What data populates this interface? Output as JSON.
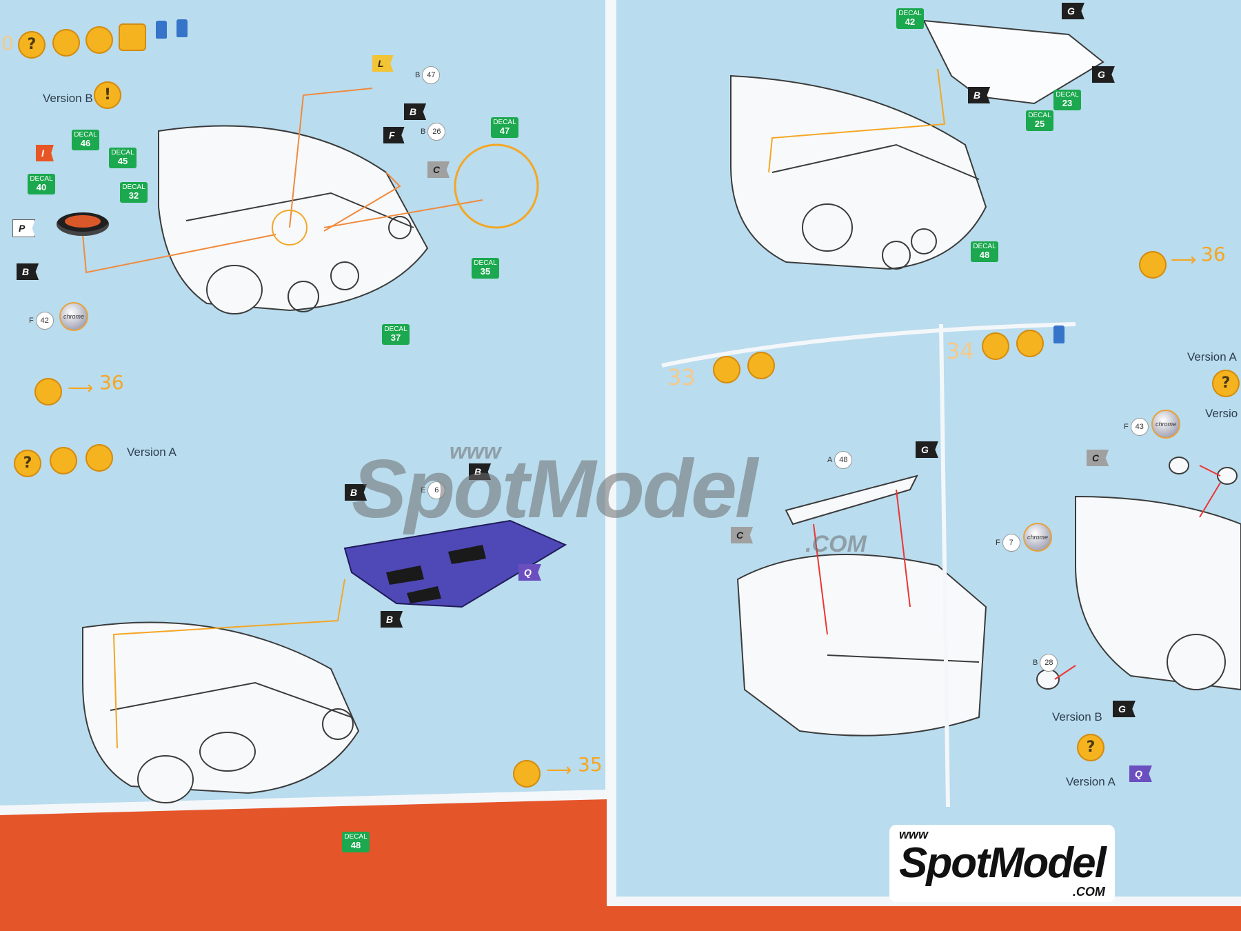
{
  "colors": {
    "background": "#e5552a",
    "page": "#b9dcee",
    "accent": "#f5a623",
    "hood_blue": "#4f49b7",
    "decal_green": "#1ba84e"
  },
  "icons": [
    "help-icon",
    "paint-icon",
    "brush-icon",
    "decal-icon",
    "paint-bottle-icon",
    "glue-icon",
    "chrome-icon"
  ],
  "left_page": {
    "top_step": {
      "step_number": "0",
      "version_label": "Version B",
      "flags": [
        "L",
        "B",
        "F",
        "C",
        "I",
        "P",
        "B"
      ],
      "decals": [
        "47",
        "46",
        "45",
        "40",
        "32",
        "35",
        "37"
      ],
      "parts": [
        {
          "letter": "B",
          "num": "47"
        },
        {
          "letter": "B",
          "num": "26"
        },
        {
          "letter": "F",
          "num": "42"
        }
      ],
      "chrome_label": "chrome",
      "next_step": "36"
    },
    "bottom_step": {
      "version_label": "Version A",
      "flags": [
        "B",
        "B",
        "Q",
        "B"
      ],
      "part": {
        "letter": "E",
        "num": "6"
      },
      "decals": [
        "48"
      ],
      "next_step": "35"
    }
  },
  "right_page": {
    "top_step": {
      "flags": [
        "G",
        "G",
        "B"
      ],
      "decals": [
        "42",
        "23",
        "25",
        "48"
      ],
      "next_step": "36"
    },
    "step33": {
      "step_number": "33",
      "flags": [
        "G",
        "C"
      ],
      "part": {
        "letter": "A",
        "num": "48"
      }
    },
    "step34": {
      "step_number": "34",
      "labels": [
        "Version A",
        "Versio",
        "Version B",
        "Version A"
      ],
      "flags": [
        "C",
        "G",
        "Q"
      ],
      "parts": [
        {
          "letter": "F",
          "num": "43"
        },
        {
          "letter": "F",
          "num": "7"
        },
        {
          "letter": "B",
          "num": "28"
        }
      ],
      "chrome_label": "chrome"
    }
  },
  "decal_label": "DECAL",
  "watermark": {
    "www": "www",
    "brand": "SpotModel",
    "com": ".COM"
  }
}
